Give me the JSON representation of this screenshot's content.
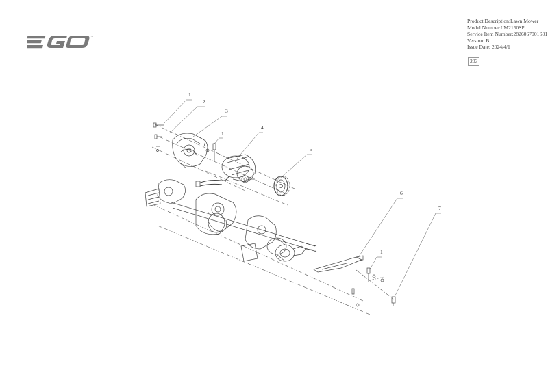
{
  "brand": {
    "logo_text": "EGO",
    "trademark": "™"
  },
  "product_info": {
    "description": "Product Description:Lawn Mower",
    "model": "Model Number:LM2150SP",
    "service_item": "Service Item Number:2826067001S01",
    "version": "Version: B",
    "issue_date": "Issue Date: 2024/4/1"
  },
  "page_number": "203",
  "callouts": [
    "1",
    "2",
    "3",
    "1",
    "4",
    "5",
    "6",
    "1",
    "7"
  ]
}
